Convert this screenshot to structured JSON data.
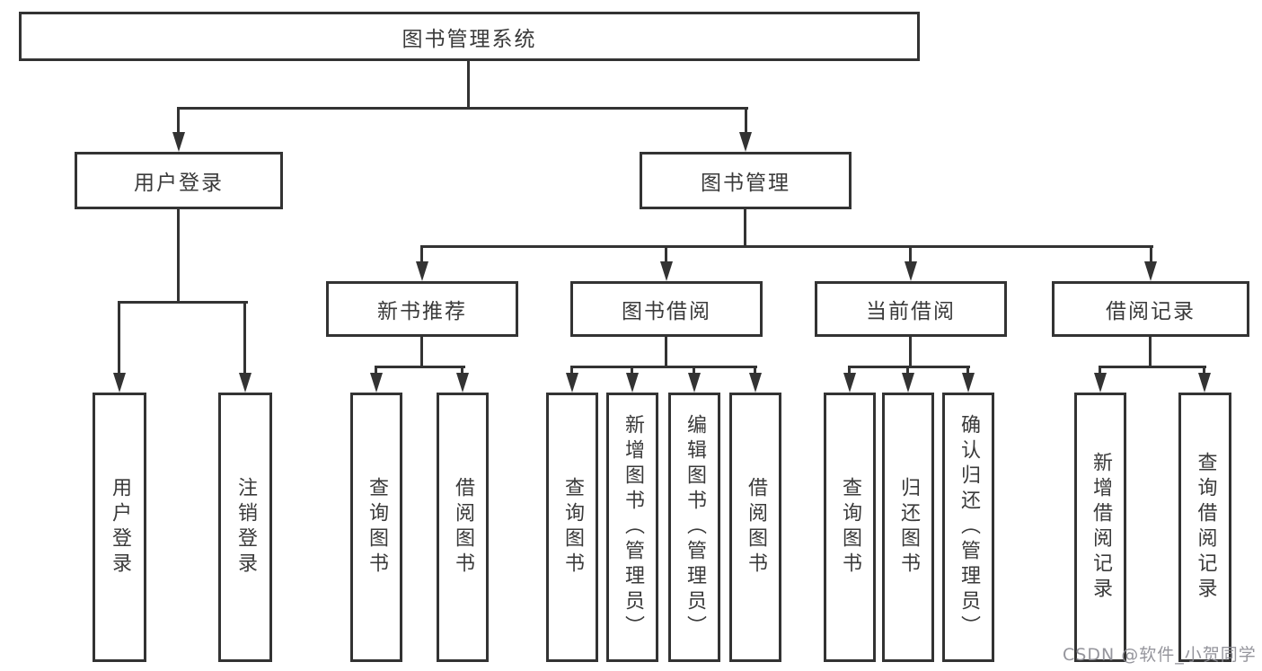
{
  "tree": {
    "label": "图书管理系统",
    "children": [
      {
        "label": "用户登录",
        "children": [
          {
            "label": "用户登录"
          },
          {
            "label": "注销登录"
          }
        ]
      },
      {
        "label": "图书管理",
        "children": [
          {
            "label": "新书推荐",
            "children": [
              {
                "label": "查询图书"
              },
              {
                "label": "借阅图书"
              }
            ]
          },
          {
            "label": "图书借阅",
            "children": [
              {
                "label": "查询图书"
              },
              {
                "label": "新增图书（管理员）"
              },
              {
                "label": "编辑图书（管理员）"
              },
              {
                "label": "借阅图书"
              }
            ]
          },
          {
            "label": "当前借阅",
            "children": [
              {
                "label": "查询图书"
              },
              {
                "label": "归还图书"
              },
              {
                "label": "确认归还（管理员）"
              }
            ]
          },
          {
            "label": "借阅记录",
            "children": [
              {
                "label": "新增借阅记录"
              },
              {
                "label": "查询借阅记录"
              }
            ]
          }
        ]
      }
    ]
  },
  "watermark": {
    "text": "CSDN @软件_小贺同学"
  },
  "colors": {
    "line": "#333333",
    "box_border": "#333333",
    "box_fill": "#ffffff",
    "text": "#3a3a3a",
    "watermark": "#8c8c94",
    "background": "#ffffff"
  }
}
